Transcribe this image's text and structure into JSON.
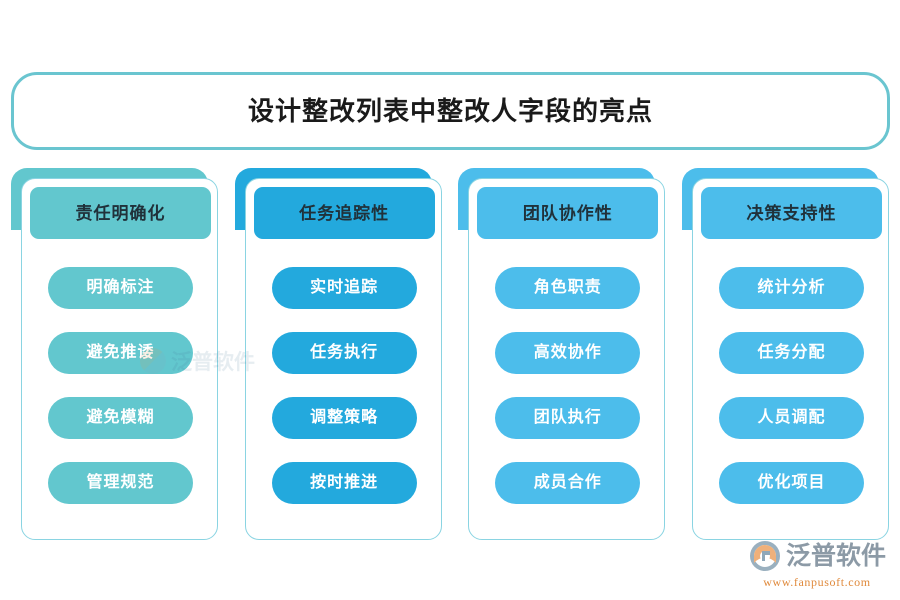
{
  "page": {
    "title": "设计整改列表中整改人字段的亮点",
    "background_color": "#ffffff",
    "title_border_color": "#6ac5d0"
  },
  "columns": [
    {
      "header": "责任明确化",
      "backdrop_color": "#62c7ce",
      "header_color": "#62c7ce",
      "pill_color": "#62c7ce",
      "border_color": "#8ad4e2",
      "items": [
        "明确标注",
        "避免推诿",
        "避免模糊",
        "管理规范"
      ]
    },
    {
      "header": "任务追踪性",
      "backdrop_color": "#23a9dd",
      "header_color": "#23a9dd",
      "pill_color": "#23a9dd",
      "border_color": "#8ad4e2",
      "items": [
        "实时追踪",
        "任务执行",
        "调整策略",
        "按时推进"
      ]
    },
    {
      "header": "团队协作性",
      "backdrop_color": "#4cbdeb",
      "header_color": "#4cbdeb",
      "pill_color": "#4cbdeb",
      "border_color": "#8ad4e2",
      "items": [
        "角色职责",
        "高效协作",
        "团队执行",
        "成员合作"
      ]
    },
    {
      "header": "决策支持性",
      "backdrop_color": "#4cbdeb",
      "header_color": "#4cbdeb",
      "pill_color": "#4cbdeb",
      "border_color": "#8ad4e2",
      "items": [
        "统计分析",
        "任务分配",
        "人员调配",
        "优化项目"
      ]
    }
  ],
  "watermark": {
    "text": "泛普软件"
  },
  "logo": {
    "name": "泛普软件",
    "url": "www.fanpusoft.com",
    "mark_orange": "#e8954a",
    "mark_gray": "#8fa7b8"
  }
}
